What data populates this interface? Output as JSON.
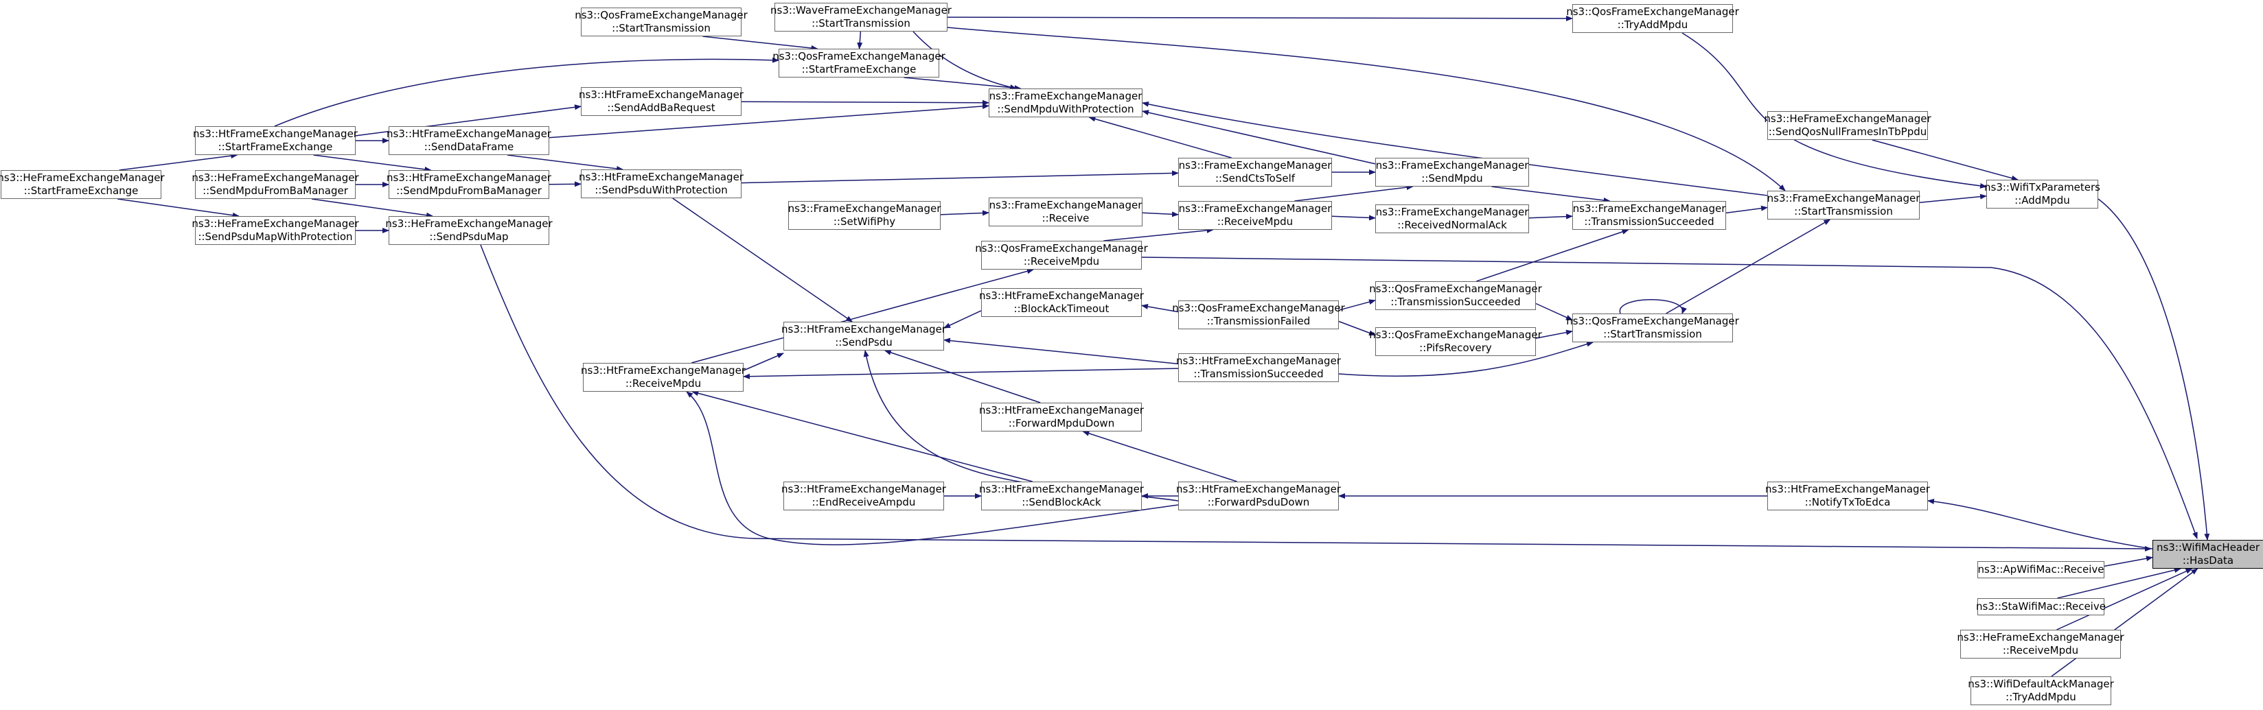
{
  "colors": {
    "edge": "#191970",
    "node_border": "#666666",
    "focus_fill": "#bfbfbf"
  },
  "nodes": [
    {
      "id": "hasdata",
      "lines": [
        "ns3::WifiMacHeader",
        "::HasData"
      ],
      "focus": true
    },
    {
      "id": "txparams_addmpdu",
      "lines": [
        "ns3::WifiTxParameters",
        "::AddMpdu"
      ]
    },
    {
      "id": "he_sendqosnull",
      "lines": [
        "ns3::HeFrameExchangeManager",
        "::SendQosNullFramesInTbPpdu"
      ]
    },
    {
      "id": "qos_tryaddmpdu",
      "lines": [
        "ns3::QosFrameExchangeManager",
        "::TryAddMpdu"
      ]
    },
    {
      "id": "fem_starttx",
      "lines": [
        "ns3::FrameExchangeManager",
        "::StartTransmission"
      ]
    },
    {
      "id": "fem_txsucc",
      "lines": [
        "ns3::FrameExchangeManager",
        "::TransmissionSucceeded"
      ]
    },
    {
      "id": "qos_starttx",
      "lines": [
        "ns3::QosFrameExchangeManager",
        "::StartTransmission"
      ]
    },
    {
      "id": "qos_txsucc",
      "lines": [
        "ns3::QosFrameExchangeManager",
        "::TransmissionSucceeded"
      ]
    },
    {
      "id": "qos_pifs",
      "lines": [
        "ns3::QosFrameExchangeManager",
        "::PifsRecovery"
      ]
    },
    {
      "id": "fem_sendmpdu",
      "lines": [
        "ns3::FrameExchangeManager",
        "::SendMpdu"
      ]
    },
    {
      "id": "fem_recvnormalack",
      "lines": [
        "ns3::FrameExchangeManager",
        "::ReceivedNormalAck"
      ]
    },
    {
      "id": "fem_recvmpdu",
      "lines": [
        "ns3::FrameExchangeManager",
        "::ReceiveMpdu"
      ]
    },
    {
      "id": "fem_sendcts",
      "lines": [
        "ns3::FrameExchangeManager",
        "::SendCtsToSelf"
      ]
    },
    {
      "id": "fem_sendmpduprot",
      "lines": [
        "ns3::FrameExchangeManager",
        "::SendMpduWithProtection"
      ]
    },
    {
      "id": "wave_starttx",
      "lines": [
        "ns3::WaveFrameExchangeManager",
        "::StartTransmission"
      ]
    },
    {
      "id": "qos_starttx2",
      "lines": [
        "ns3::QosFrameExchangeManager",
        "::StartTransmission"
      ]
    },
    {
      "id": "qos_startfe",
      "lines": [
        "ns3::QosFrameExchangeManager",
        "::StartFrameExchange"
      ]
    },
    {
      "id": "ht_sendaddba",
      "lines": [
        "ns3::HtFrameExchangeManager",
        "::SendAddBaRequest"
      ]
    },
    {
      "id": "ht_senddata",
      "lines": [
        "ns3::HtFrameExchangeManager",
        "::SendDataFrame"
      ]
    },
    {
      "id": "ht_startfe",
      "lines": [
        "ns3::HtFrameExchangeManager",
        "::StartFrameExchange"
      ]
    },
    {
      "id": "he_startfe",
      "lines": [
        "ns3::HeFrameExchangeManager",
        "::StartFrameExchange"
      ]
    },
    {
      "id": "ht_sendmpdufromba",
      "lines": [
        "ns3::HtFrameExchangeManager",
        "::SendMpduFromBaManager"
      ]
    },
    {
      "id": "he_sendmpdufromba",
      "lines": [
        "ns3::HeFrameExchangeManager",
        "::SendMpduFromBaManager"
      ]
    },
    {
      "id": "he_sendpsdumap",
      "lines": [
        "ns3::HeFrameExchangeManager",
        "::SendPsduMapWithProtection"
      ]
    },
    {
      "id": "he_sendpsdumap2",
      "lines": [
        "ns3::HeFrameExchangeManager",
        "::SendPsduMap"
      ]
    },
    {
      "id": "ht_sendpsduprot",
      "lines": [
        "ns3::HtFrameExchangeManager",
        "::SendPsduWithProtection"
      ]
    },
    {
      "id": "fem_setwifiphy",
      "lines": [
        "ns3::FrameExchangeManager",
        "::SetWifiPhy"
      ]
    },
    {
      "id": "fem_receive",
      "lines": [
        "ns3::FrameExchangeManager",
        "::Receive"
      ]
    },
    {
      "id": "qos_recvmpdu",
      "lines": [
        "ns3::QosFrameExchangeManager",
        "::ReceiveMpdu"
      ]
    },
    {
      "id": "ht_blockacktimeout",
      "lines": [
        "ns3::HtFrameExchangeManager",
        "::BlockAckTimeout"
      ]
    },
    {
      "id": "qos_txfailed",
      "lines": [
        "ns3::QosFrameExchangeManager",
        "::TransmissionFailed"
      ]
    },
    {
      "id": "ht_sendpsdu",
      "lines": [
        "ns3::HtFrameExchangeManager",
        "::SendPsdu"
      ]
    },
    {
      "id": "ht_txsucc",
      "lines": [
        "ns3::HtFrameExchangeManager",
        "::TransmissionSucceeded"
      ]
    },
    {
      "id": "ht_recvmpdu",
      "lines": [
        "ns3::HtFrameExchangeManager",
        "::ReceiveMpdu"
      ]
    },
    {
      "id": "ht_fwdmpdudown",
      "lines": [
        "ns3::HtFrameExchangeManager",
        "::ForwardMpduDown"
      ]
    },
    {
      "id": "ht_endrecvampdu",
      "lines": [
        "ns3::HtFrameExchangeManager",
        "::EndReceiveAmpdu"
      ]
    },
    {
      "id": "ht_sendblockack",
      "lines": [
        "ns3::HtFrameExchangeManager",
        "::SendBlockAck"
      ]
    },
    {
      "id": "ht_fwdpsdudown",
      "lines": [
        "ns3::HtFrameExchangeManager",
        "::ForwardPsduDown"
      ]
    },
    {
      "id": "ht_notifytx",
      "lines": [
        "ns3::HtFrameExchangeManager",
        "::NotifyTxToEdca"
      ]
    },
    {
      "id": "ap_receive",
      "lines": [
        "ns3::ApWifiMac::Receive"
      ]
    },
    {
      "id": "sta_receive",
      "lines": [
        "ns3::StaWifiMac::Receive"
      ]
    },
    {
      "id": "he_recvmpdu",
      "lines": [
        "ns3::HeFrameExchangeManager",
        "::ReceiveMpdu"
      ]
    },
    {
      "id": "defack_tryaddmpdu",
      "lines": [
        "ns3::WifiDefaultAckManager",
        "::TryAddMpdu"
      ]
    }
  ],
  "edges": [
    [
      "txparams_addmpdu",
      "hasdata"
    ],
    [
      "fem_starttx",
      "txparams_addmpdu"
    ],
    [
      "he_sendqosnull",
      "txparams_addmpdu"
    ],
    [
      "qos_tryaddmpdu",
      "txparams_addmpdu"
    ],
    [
      "fem_txsucc",
      "fem_starttx"
    ],
    [
      "qos_starttx",
      "fem_starttx"
    ],
    [
      "fem_starttx",
      "fem_sendmpduprot"
    ],
    [
      "wave_starttx",
      "fem_starttx"
    ],
    [
      "wave_starttx",
      "qos_tryaddmpdu"
    ],
    [
      "qos_txsucc",
      "qos_starttx"
    ],
    [
      "qos_pifs",
      "qos_starttx"
    ],
    [
      "ht_txsucc",
      "qos_starttx"
    ],
    [
      "qos_starttx",
      "qos_starttx"
    ],
    [
      "qos_txsucc",
      "fem_txsucc"
    ],
    [
      "fem_sendmpdu",
      "fem_txsucc"
    ],
    [
      "fem_recvnormalack",
      "fem_txsucc"
    ],
    [
      "qos_txfailed",
      "qos_txsucc"
    ],
    [
      "qos_txfailed",
      "qos_pifs"
    ],
    [
      "fem_recvmpdu",
      "fem_recvnormalack"
    ],
    [
      "fem_recvmpdu",
      "fem_sendmpdu"
    ],
    [
      "fem_sendcts",
      "fem_sendmpdu"
    ],
    [
      "fem_sendmpdu",
      "fem_sendmpduprot"
    ],
    [
      "fem_receive",
      "fem_recvmpdu"
    ],
    [
      "qos_recvmpdu",
      "fem_recvmpdu"
    ],
    [
      "fem_sendcts",
      "fem_sendmpduprot"
    ],
    [
      "ht_sendpsduprot",
      "fem_sendcts"
    ],
    [
      "wave_starttx",
      "fem_sendmpduprot"
    ],
    [
      "qos_startfe",
      "fem_sendmpduprot"
    ],
    [
      "ht_sendaddba",
      "fem_sendmpduprot"
    ],
    [
      "ht_senddata",
      "fem_sendmpduprot"
    ],
    [
      "qos_starttx2",
      "qos_startfe"
    ],
    [
      "wave_starttx",
      "qos_startfe"
    ],
    [
      "ht_startfe",
      "qos_startfe"
    ],
    [
      "ht_startfe",
      "ht_sendaddba"
    ],
    [
      "ht_startfe",
      "ht_senddata"
    ],
    [
      "he_startfe",
      "ht_startfe"
    ],
    [
      "ht_senddata",
      "ht_sendpsduprot"
    ],
    [
      "ht_startfe",
      "ht_sendmpdufromba"
    ],
    [
      "ht_sendmpdufromba",
      "ht_sendpsduprot"
    ],
    [
      "he_sendmpdufromba",
      "ht_sendmpdufromba"
    ],
    [
      "he_startfe",
      "he_sendpsdumap"
    ],
    [
      "he_sendpsdumap",
      "he_sendpsdumap2"
    ],
    [
      "he_sendmpdufromba",
      "he_sendpsdumap2"
    ],
    [
      "fem_setwifiphy",
      "fem_receive"
    ],
    [
      "ht_recvmpdu",
      "qos_recvmpdu"
    ],
    [
      "ht_sendpsduprot",
      "ht_sendpsdu"
    ],
    [
      "ht_recvmpdu",
      "ht_sendpsdu"
    ],
    [
      "ht_blockacktimeout",
      "ht_sendpsdu"
    ],
    [
      "qos_txfailed",
      "ht_blockacktimeout"
    ],
    [
      "ht_txsucc",
      "ht_sendpsdu"
    ],
    [
      "ht_txsucc",
      "ht_recvmpdu"
    ],
    [
      "ht_fwdmpdudown",
      "ht_sendpsdu"
    ],
    [
      "ht_fwdpsdudown",
      "ht_sendpsdu"
    ],
    [
      "ht_sendblockack",
      "ht_recvmpdu"
    ],
    [
      "ht_fwdpsdudown",
      "ht_fwdmpdudown"
    ],
    [
      "ht_endrecvampdu",
      "ht_sendblockack"
    ],
    [
      "ht_fwdpsdudown",
      "ht_sendblockack"
    ],
    [
      "ht_notifytx",
      "ht_fwdpsdudown"
    ],
    [
      "hasdata",
      "ht_notifytx"
    ],
    [
      "ht_fwdpsdudown",
      "ht_recvmpdu"
    ],
    [
      "he_sendpsdumap2",
      "hasdata"
    ],
    [
      "qos_recvmpdu",
      "hasdata"
    ],
    [
      "ap_receive",
      "hasdata"
    ],
    [
      "sta_receive",
      "hasdata"
    ],
    [
      "he_recvmpdu",
      "hasdata"
    ],
    [
      "defack_tryaddmpdu",
      "hasdata"
    ]
  ]
}
